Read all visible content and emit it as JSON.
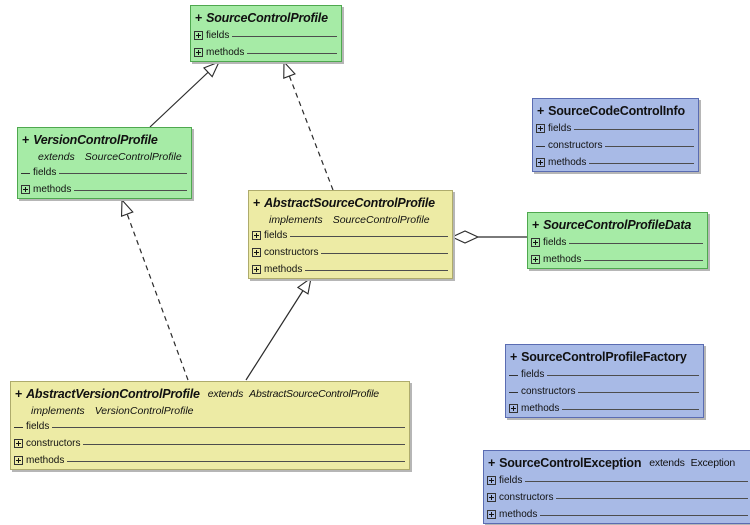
{
  "diagram": {
    "kind": "uml-class-diagram",
    "background": "#ffffff",
    "palette": {
      "interface_fill": "#a6eba6",
      "interface_border": "#4fa84f",
      "abstract_fill": "#edeba5",
      "abstract_border": "#aeab6c",
      "class_fill": "#a8bae6",
      "class_border": "#5a6cb2",
      "shadow": "#b6b6b6",
      "line": "#2a2a2a"
    }
  },
  "classes": {
    "scp": {
      "visibility": "+",
      "name": "SourceControlProfile",
      "kind": "interface",
      "members": [
        {
          "label": "fields",
          "expandable": true
        },
        {
          "label": "methods",
          "expandable": true
        }
      ]
    },
    "vcp": {
      "visibility": "+",
      "name": "VersionControlProfile",
      "kind": "interface",
      "extends_keyword": "extends",
      "extends_type": "SourceControlProfile",
      "members": [
        {
          "label": "fields",
          "expandable": false
        },
        {
          "label": "methods",
          "expandable": true
        }
      ]
    },
    "ascp": {
      "visibility": "+",
      "name": "AbstractSourceControlProfile",
      "kind": "abstract-class",
      "implements_keyword": "implements",
      "implements_type": "SourceControlProfile",
      "members": [
        {
          "label": "fields",
          "expandable": true
        },
        {
          "label": "constructors",
          "expandable": true
        },
        {
          "label": "methods",
          "expandable": true
        }
      ]
    },
    "scci": {
      "visibility": "+",
      "name": "SourceCodeControlInfo",
      "kind": "class",
      "members": [
        {
          "label": "fields",
          "expandable": true
        },
        {
          "label": "constructors",
          "expandable": false
        },
        {
          "label": "methods",
          "expandable": true
        }
      ]
    },
    "scpd": {
      "visibility": "+",
      "name": "SourceControlProfileData",
      "kind": "interface",
      "members": [
        {
          "label": "fields",
          "expandable": true
        },
        {
          "label": "methods",
          "expandable": true
        }
      ]
    },
    "scpf": {
      "visibility": "+",
      "name": "SourceControlProfileFactory",
      "kind": "class",
      "members": [
        {
          "label": "fields",
          "expandable": false
        },
        {
          "label": "constructors",
          "expandable": false
        },
        {
          "label": "methods",
          "expandable": true
        }
      ]
    },
    "sce": {
      "visibility": "+",
      "name": "SourceControlException",
      "kind": "class",
      "extends_keyword": "extends",
      "extends_type": "Exception",
      "members": [
        {
          "label": "fields",
          "expandable": true
        },
        {
          "label": "constructors",
          "expandable": true
        },
        {
          "label": "methods",
          "expandable": true
        }
      ]
    },
    "avcp": {
      "visibility": "+",
      "name": "AbstractVersionControlProfile",
      "kind": "abstract-class",
      "extends_keyword": "extends",
      "extends_type": "AbstractSourceControlProfile",
      "implements_keyword": "implements",
      "implements_type": "VersionControlProfile",
      "members": [
        {
          "label": "fields",
          "expandable": false
        },
        {
          "label": "constructors",
          "expandable": true
        },
        {
          "label": "methods",
          "expandable": true
        }
      ]
    }
  },
  "relations": [
    {
      "type": "generalization",
      "from": "VersionControlProfile",
      "to": "SourceControlProfile",
      "line": "solid",
      "arrow": "hollow-triangle"
    },
    {
      "type": "realization",
      "from": "AbstractSourceControlProfile",
      "to": "SourceControlProfile",
      "line": "dashed",
      "arrow": "hollow-triangle"
    },
    {
      "type": "realization",
      "from": "AbstractVersionControlProfile",
      "to": "VersionControlProfile",
      "line": "dashed",
      "arrow": "hollow-triangle"
    },
    {
      "type": "generalization",
      "from": "AbstractVersionControlProfile",
      "to": "AbstractSourceControlProfile",
      "line": "solid",
      "arrow": "hollow-triangle"
    },
    {
      "type": "aggregation",
      "from": "AbstractSourceControlProfile",
      "to": "SourceControlProfileData",
      "line": "solid",
      "arrow": "hollow-diamond"
    }
  ]
}
